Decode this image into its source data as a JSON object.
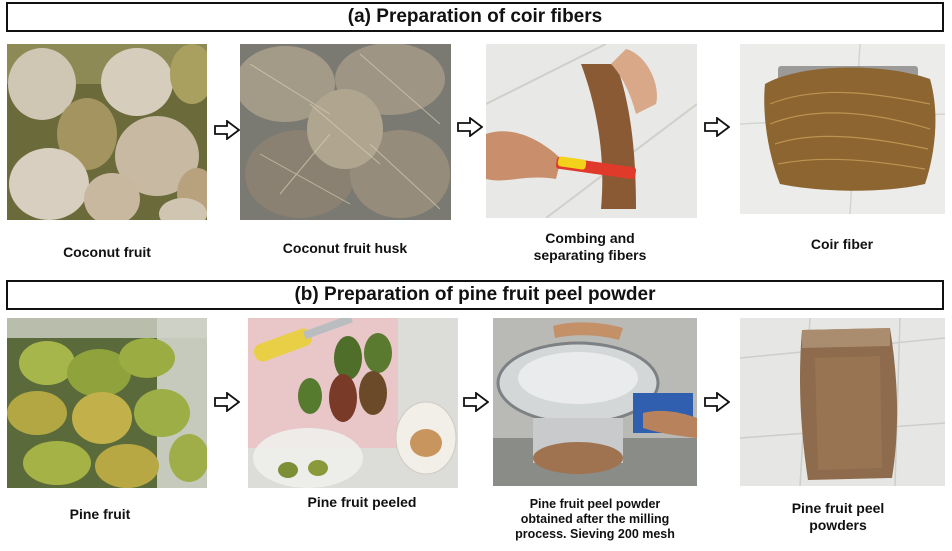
{
  "section_a": {
    "title": "(a) Preparation of coir fibers",
    "steps": [
      {
        "caption": "Coconut fruit",
        "icon": "coconut-fruit-photo"
      },
      {
        "caption": "Coconut fruit husk",
        "icon": "coconut-husk-photo"
      },
      {
        "caption_line1": "Combing and",
        "caption_line2": "separating fibers",
        "icon": "combing-fibers-photo"
      },
      {
        "caption": "Coir fiber",
        "icon": "coir-fiber-photo"
      }
    ]
  },
  "section_b": {
    "title": "(b) Preparation of pine fruit peel powder",
    "steps": [
      {
        "caption": "Pine fruit",
        "icon": "pine-fruit-photo"
      },
      {
        "caption": "Pine fruit peeled",
        "icon": "peeled-fruit-photo"
      },
      {
        "caption_line1": "Pine fruit peel powder",
        "caption_line2": "obtained after the milling",
        "caption_line3": "process. Sieving 200 mesh",
        "icon": "sieving-photo"
      },
      {
        "caption_line1": "Pine fruit peel",
        "caption_line2": "powders",
        "icon": "powder-bag-photo"
      }
    ]
  },
  "colors": {
    "border": "#111111",
    "arrow": "#ffffff"
  }
}
